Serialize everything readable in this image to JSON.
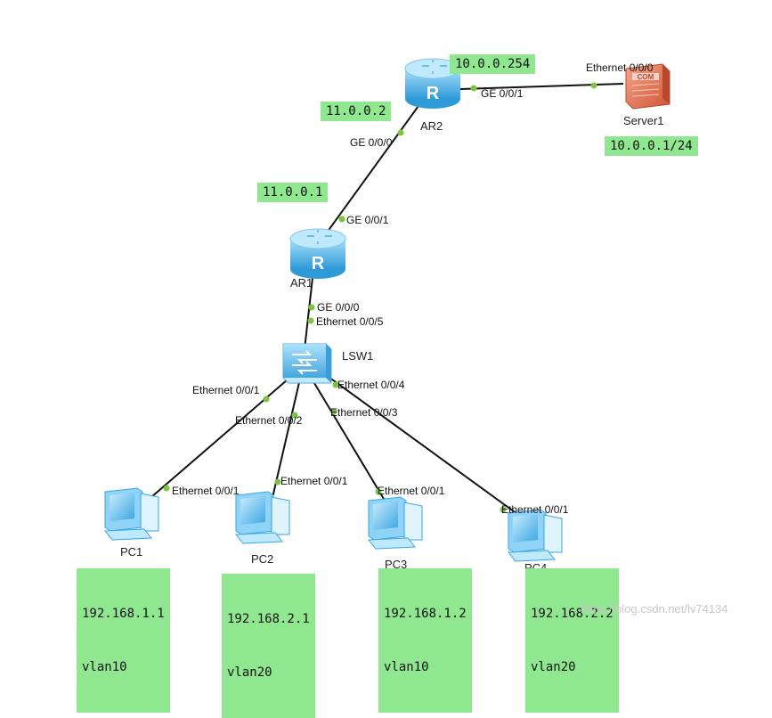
{
  "devices": {
    "ar2": {
      "name": "AR2"
    },
    "ar1": {
      "name": "AR1"
    },
    "server1": {
      "name": "Server1"
    },
    "lsw1": {
      "name": "LSW1"
    },
    "pc1": {
      "name": "PC1"
    },
    "pc2": {
      "name": "PC2"
    },
    "pc3": {
      "name": "PC3"
    },
    "pc4": {
      "name": "PC4"
    }
  },
  "ports": {
    "ar2_ge001": "GE 0/0/1",
    "server_eth000": "Ethernet 0/0/0",
    "ar2_ge000": "GE 0/0/0",
    "ar1_ge001": "GE 0/0/1",
    "ar1_ge000": "GE 0/0/0",
    "lsw_eth005": "Ethernet 0/0/5",
    "lsw_eth001": "Ethernet 0/0/1",
    "lsw_eth002": "Ethernet 0/0/2",
    "lsw_eth003": "Ethernet 0/0/3",
    "lsw_eth004": "Ethernet 0/0/4",
    "pc1_eth001": "Ethernet 0/0/1",
    "pc2_eth001": "Ethernet 0/0/1",
    "pc3_eth001": "Ethernet 0/0/1",
    "pc4_eth001": "Ethernet 0/0/1"
  },
  "notes": {
    "ar2_outside": "10.0.0.254",
    "ar2_inside": "11.0.0.2",
    "ar1_uplink": "11.0.0.1",
    "server_ip": "10.0.0.1/24",
    "pc1": {
      "ip": "192.168.1.1",
      "vlan": "vlan10"
    },
    "pc2": {
      "ip": "192.168.2.1",
      "vlan": "vlan20"
    },
    "pc3": {
      "ip": "192.168.1.2",
      "vlan": "vlan10"
    },
    "pc4": {
      "ip": "192.168.2.2",
      "vlan": "vlan20"
    }
  },
  "watermark": "https://blog.csdn.net/lv74134",
  "colors": {
    "note_bg": "#8fe78f",
    "port_dot": "#7cc63c",
    "router": "#5fb6e8",
    "server": "#e07a5f",
    "link": "#111111"
  }
}
